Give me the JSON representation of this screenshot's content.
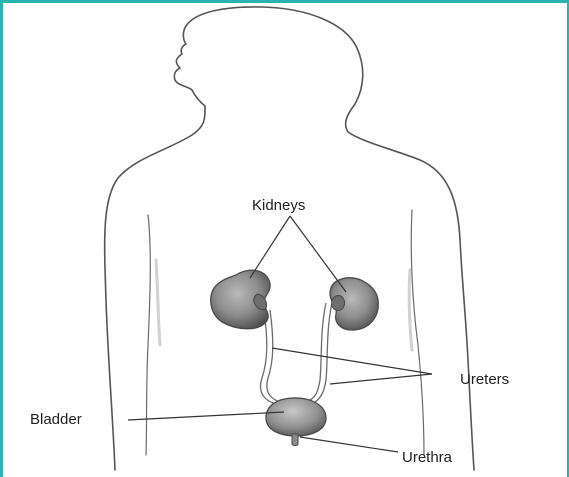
{
  "diagram": {
    "labels": {
      "kidneys": "Kidneys",
      "ureters": "Ureters",
      "bladder": "Bladder",
      "urethra": "Urethra"
    },
    "colors": {
      "frame": "#2bb3b0",
      "outline": "#555555",
      "organ_fill": "#8e8e8e",
      "organ_dark": "#5e5e5e",
      "leader": "#333333"
    }
  }
}
